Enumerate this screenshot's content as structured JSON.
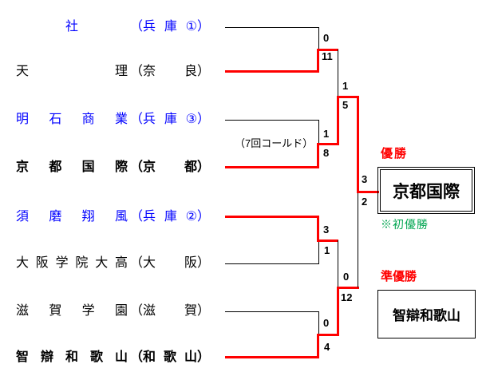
{
  "punctuation": {
    "open": "（",
    "close": "）"
  },
  "colors": {
    "win_line": "#ff0000",
    "lose_line": "#000000",
    "seed_team_blue": "#0000ff",
    "label_red": "#ff0000",
    "note_green": "#00a550"
  },
  "bracket": {
    "teams": [
      {
        "name": "社",
        "pref": "兵庫①",
        "style": "blue"
      },
      {
        "name": "天理",
        "pref": "奈良",
        "style": "normal"
      },
      {
        "name": "明石商業",
        "pref": "兵庫③",
        "style": "blue"
      },
      {
        "name": "京都国際",
        "pref": "京都",
        "style": "bold"
      },
      {
        "name": "須磨翔風",
        "pref": "兵庫②",
        "style": "blue"
      },
      {
        "name": "大阪学院大高",
        "pref": "大阪",
        "style": "normal"
      },
      {
        "name": "滋賀学園",
        "pref": "滋賀",
        "style": "normal"
      },
      {
        "name": "智辯和歌山",
        "pref": "和歌山",
        "style": "bold"
      }
    ],
    "round1": [
      {
        "top_team": "社",
        "top_score": "0",
        "bottom_team": "天理",
        "bottom_score": "11",
        "winner": "天理"
      },
      {
        "top_team": "明石商業",
        "top_score": "1",
        "bottom_team": "京都国際",
        "bottom_score": "8",
        "winner": "京都国際",
        "note": "（7回コールド）"
      },
      {
        "top_team": "須磨翔風",
        "top_score": "3",
        "bottom_team": "大阪学院大高",
        "bottom_score": "1",
        "winner": "須磨翔風"
      },
      {
        "top_team": "滋賀学園",
        "top_score": "0",
        "bottom_team": "智辯和歌山",
        "bottom_score": "4",
        "winner": "智辯和歌山"
      }
    ],
    "semifinals": [
      {
        "top_team": "天理",
        "top_score": "1",
        "bottom_team": "京都国際",
        "bottom_score": "5",
        "winner": "京都国際"
      },
      {
        "top_team": "須磨翔風",
        "top_score": "0",
        "bottom_team": "智辯和歌山",
        "bottom_score": "12",
        "winner": "智辯和歌山"
      }
    ],
    "final": {
      "top_team": "京都国際",
      "top_score": "3",
      "bottom_team": "智辯和歌山",
      "bottom_score": "2",
      "winner": "京都国際"
    }
  },
  "labels": {
    "champion_label": "優勝",
    "champion_name": "京都国際",
    "champion_note": "※初優勝",
    "runner_up_label": "準優勝",
    "runner_up_name": "智辯和歌山",
    "called_game_note": "（7回コールド）"
  }
}
